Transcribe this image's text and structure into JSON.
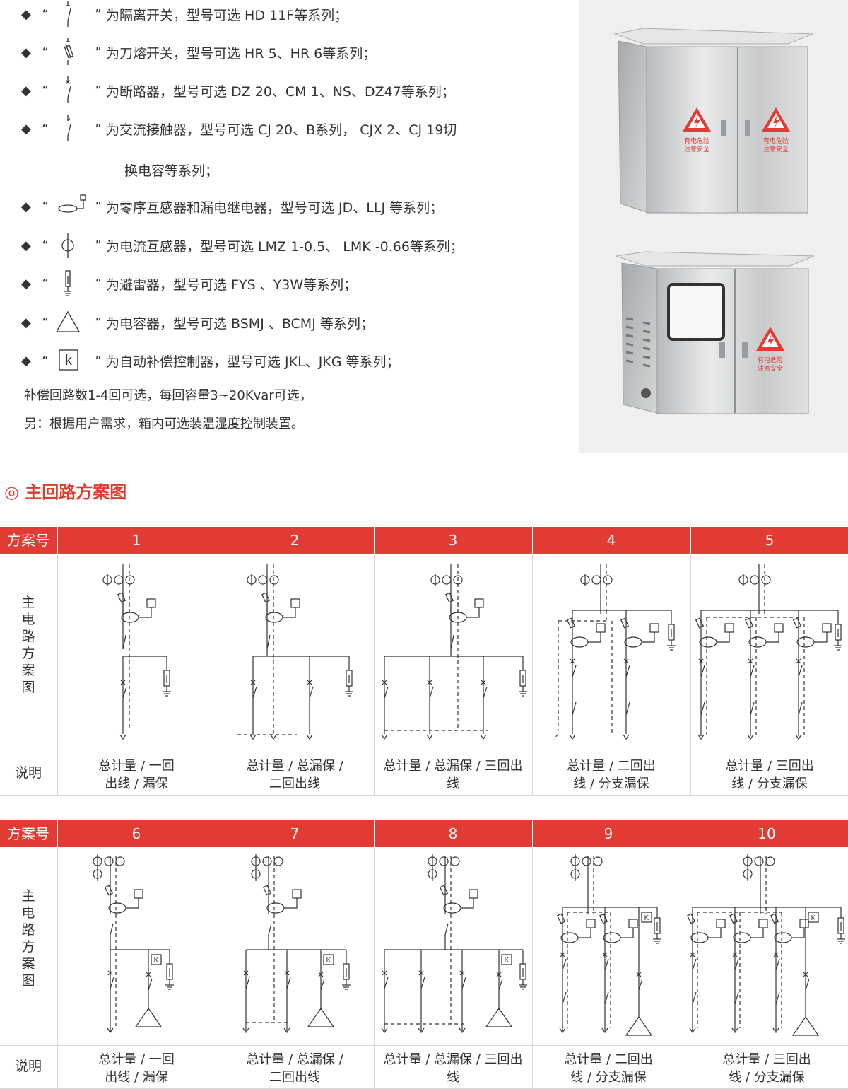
{
  "legend": {
    "quote_open": "“",
    "quote_close": "”",
    "items": [
      {
        "icon": "isolating-switch-icon",
        "text": "为隔离开关，型号可选 HD 11F等系列；"
      },
      {
        "icon": "fuse-switch-icon",
        "text": "为刀熔开关，型号可选 HR 5、HR 6等系列；"
      },
      {
        "icon": "circuit-breaker-icon",
        "text": "为断路器，型号可选 DZ 20、CM 1、NS、DZ47等系列；"
      },
      {
        "icon": "ac-contactor-icon",
        "text": "为交流接触器，型号可选 CJ 20、B系列， CJX 2、CJ 19切",
        "cont": "换电容等系列；"
      },
      {
        "icon": "zero-sequence-ct-icon",
        "text": "为零序互感器和漏电继电器，型号可选 JD、LLJ 等系列；"
      },
      {
        "icon": "current-transformer-icon",
        "text": "为电流互感器，型号可选 LMZ 1-0.5、 LMK -0.66等系列；"
      },
      {
        "icon": "surge-arrester-icon",
        "text": "为避雷器，型号可选 FYS 、Y3W等系列；"
      },
      {
        "icon": "capacitor-icon",
        "text": "为电容器，型号可选 BSMJ 、BCMJ 等系列；"
      },
      {
        "icon": "controller-k-icon",
        "text": "为自动补偿控制器，型号可选 JKL、JKG 等系列；",
        "k": "k"
      }
    ],
    "note1": "补偿回路数1-4回可选，每回容量3~20Kvar可选，",
    "note2": "另：根据用户需求，箱内可选装温湿度控制装置。"
  },
  "photo": {
    "warn_line1": "有电危险",
    "warn_line2": "注意安全"
  },
  "section_title": "◎ 主回路方案图",
  "tables": [
    {
      "header": "方案号",
      "row_label": "主电路方案图",
      "desc_label": "说明",
      "schemes": [
        {
          "no": "1",
          "desc": [
            "总计量 / 一回",
            "出线 / 漏保"
          ]
        },
        {
          "no": "2",
          "desc": [
            "总计量 / 总漏保 /",
            "二回出线"
          ]
        },
        {
          "no": "3",
          "desc": [
            "总计量 / 总漏保 / 三回出",
            "线"
          ]
        },
        {
          "no": "4",
          "desc": [
            "总计量 / 二回出",
            "线 / 分支漏保"
          ]
        },
        {
          "no": "5",
          "desc": [
            "总计量 / 三回出",
            "线 / 分支漏保"
          ]
        }
      ]
    },
    {
      "header": "方案号",
      "row_label": "主电路方案图",
      "desc_label": "说明",
      "schemes": [
        {
          "no": "6",
          "desc": [
            "总计量 / 一回",
            "出线 / 漏保"
          ]
        },
        {
          "no": "7",
          "desc": [
            "总计量 / 总漏保 /",
            "二回出线"
          ]
        },
        {
          "no": "8",
          "desc": [
            "总计量 / 总漏保 / 三回出",
            "线"
          ]
        },
        {
          "no": "9",
          "desc": [
            "总计量 / 二回出",
            "线 / 分支漏保"
          ]
        },
        {
          "no": "10",
          "desc": [
            "总计量 / 三回出",
            "线 / 分支漏保"
          ]
        }
      ]
    }
  ],
  "diagram_k": "K"
}
